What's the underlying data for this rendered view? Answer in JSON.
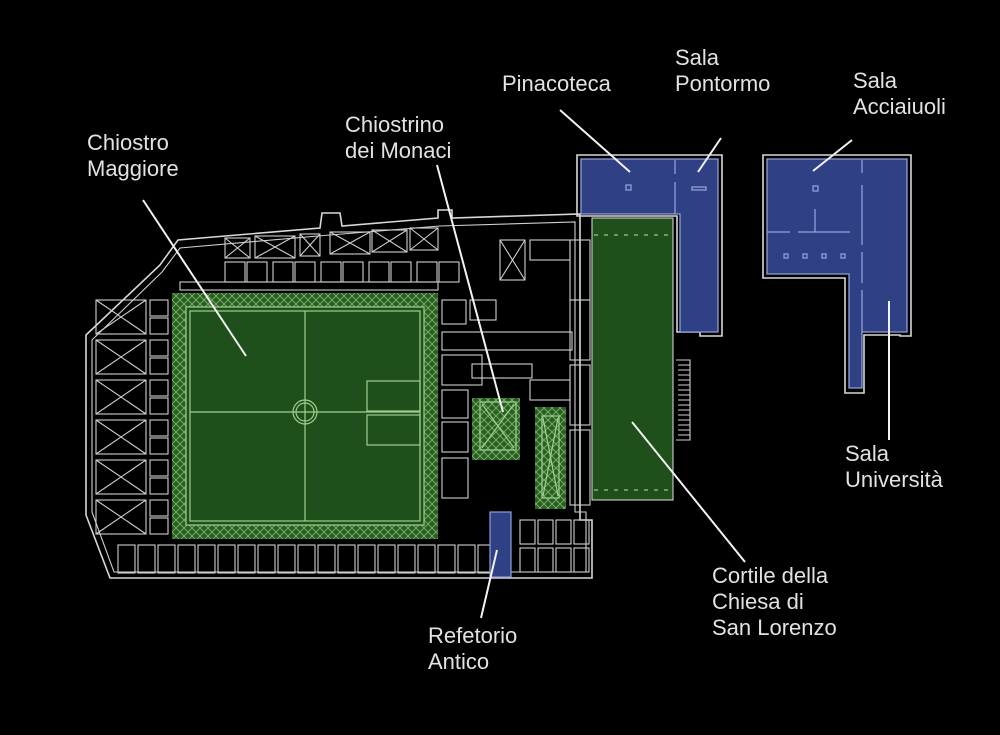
{
  "colors": {
    "background": "#000000",
    "cloister_green": "#1f4f1b",
    "museum_blue": "#2f4184",
    "lines": "#d8d8d8"
  },
  "labels": {
    "chiostro_maggiore": [
      "Chiostro",
      "Maggiore"
    ],
    "chiostrino": [
      "Chiostrino",
      "dei Monaci"
    ],
    "pinacoteca": [
      "Pinacoteca"
    ],
    "sala_pontormo": [
      "Sala",
      "Pontormo"
    ],
    "sala_acciaiuoli": [
      "Sala",
      "Acciaiuoli"
    ],
    "sala_universita": [
      "Sala",
      "Università"
    ],
    "cortile": [
      "Cortile della",
      "Chiesa di",
      "San Lorenzo"
    ],
    "refetorio": [
      "Refetorio",
      "Antico"
    ]
  }
}
